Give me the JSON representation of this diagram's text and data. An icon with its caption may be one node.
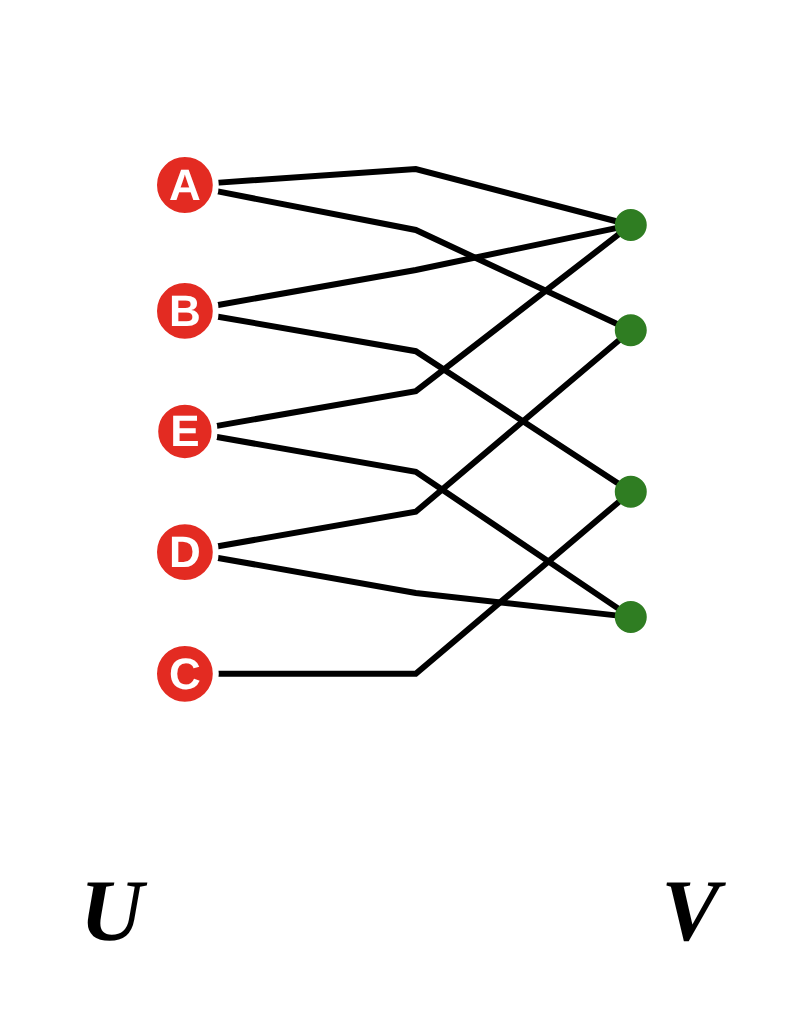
{
  "diagram": {
    "nodes": [
      {
        "text": [
          "A"
        ]
      },
      {
        "text": [
          "B"
        ]
      },
      {
        "text": [
          "C"
        ]
      },
      {
        "text": [
          "D"
        ]
      },
      {
        "text": [
          "E"
        ]
      },
      {
        "text": [],
        "shape": "circle"
      },
      {
        "text": [],
        "shape": "circle"
      },
      {
        "text": [],
        "shape": "circle"
      },
      {
        "text": [],
        "shape": "circle"
      }
    ],
    "edges": [
      {
        "from": 0,
        "to": 5,
        "arrow": "none"
      },
      {
        "from": 0,
        "to": 6,
        "arrow": "none"
      },
      {
        "from": 1,
        "to": 5,
        "arrow": "none"
      },
      {
        "from": 1,
        "to": 7,
        "arrow": "none"
      },
      {
        "from": 2,
        "to": 7,
        "arrow": "none"
      },
      {
        "from": 3,
        "to": 6,
        "arrow": "none"
      },
      {
        "from": 3,
        "to": 8,
        "arrow": "none"
      },
      {
        "from": 4,
        "to": 5,
        "arrow": "none"
      },
      {
        "from": 4,
        "to": 8,
        "arrow": "none"
      }
    ],
    "labels": [
      "U",
      "V"
    ]
  }
}
